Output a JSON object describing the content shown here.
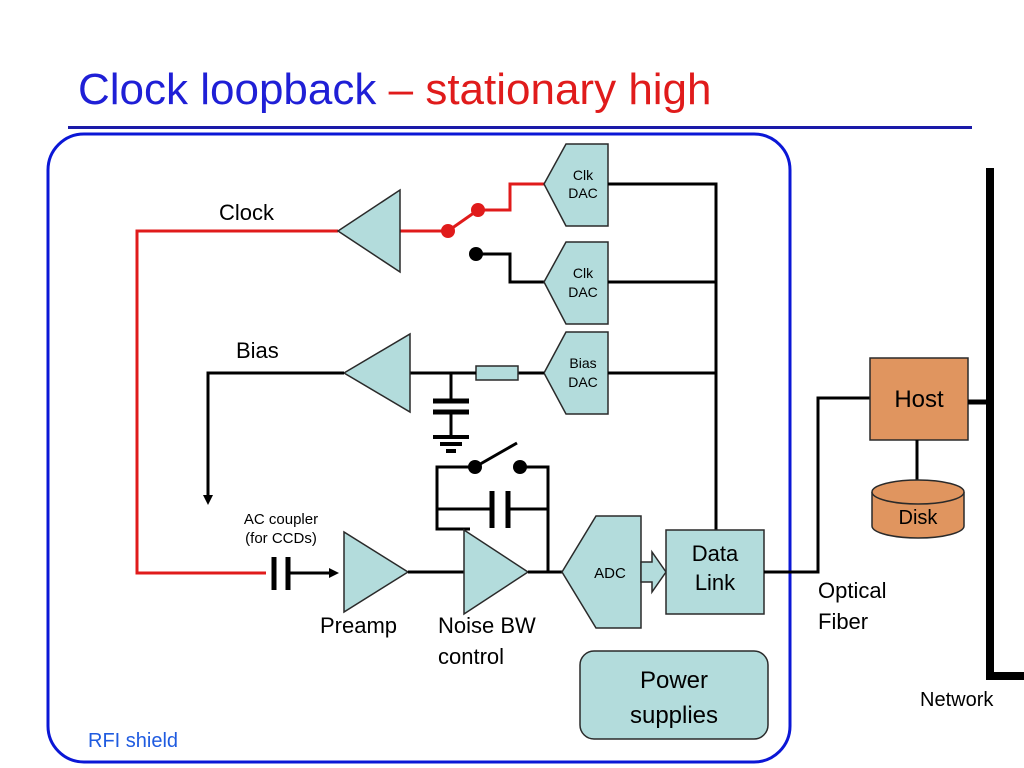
{
  "title": {
    "main": "Clock loopback",
    "dash": "–",
    "accent": "stationary high"
  },
  "colors": {
    "title_blue": "#1f1fd6",
    "title_red": "#e01b1b",
    "rule": "#1a1aa8",
    "shield": "#0b17d6",
    "block_fill": "#b3dcdc",
    "host_fill": "#e0955f",
    "signal_red": "#e01b1b",
    "wire": "#000000"
  },
  "labels": {
    "clock": "Clock",
    "bias": "Bias",
    "ac_coupler_line1": "AC coupler",
    "ac_coupler_line2": "(for CCDs)",
    "preamp": "Preamp",
    "noise_bw_line1": "Noise BW",
    "noise_bw_line2": "control",
    "optical_line1": "Optical",
    "optical_line2": "Fiber",
    "network": "Network",
    "rfi_shield": "RFI shield"
  },
  "blocks": {
    "clk_dac_1": {
      "line1": "Clk",
      "line2": "DAC"
    },
    "clk_dac_2": {
      "line1": "Clk",
      "line2": "DAC"
    },
    "bias_dac": {
      "line1": "Bias",
      "line2": "DAC"
    },
    "adc": "ADC",
    "data_link": {
      "line1": "Data",
      "line2": "Link"
    },
    "power": {
      "line1": "Power",
      "line2": "supplies"
    },
    "host": "Host",
    "disk": "Disk"
  }
}
